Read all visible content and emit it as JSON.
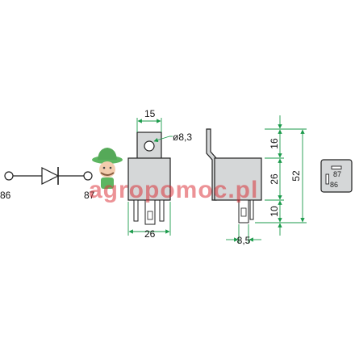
{
  "colors": {
    "body_fill": "#d5d7d8",
    "outline": "#222222",
    "dimension": "#1a9a4a",
    "watermark": "#d8232a"
  },
  "watermark": {
    "text": "agropomoc.pl",
    "icon": "farmer-mascot-icon"
  },
  "schematic": {
    "pin_left": "86",
    "pin_right": "87",
    "icon": "diode-icon"
  },
  "front_view": {
    "width_top": "15",
    "hole_dia": "ø8,3",
    "width_bottom": "26"
  },
  "side_view": {
    "dim_top": "16",
    "dim_mid": "26",
    "dim_low": "10",
    "dim_total": "52",
    "pin_width": "8,5"
  },
  "pin_view": {
    "label_87": "87",
    "label_86": "86"
  }
}
